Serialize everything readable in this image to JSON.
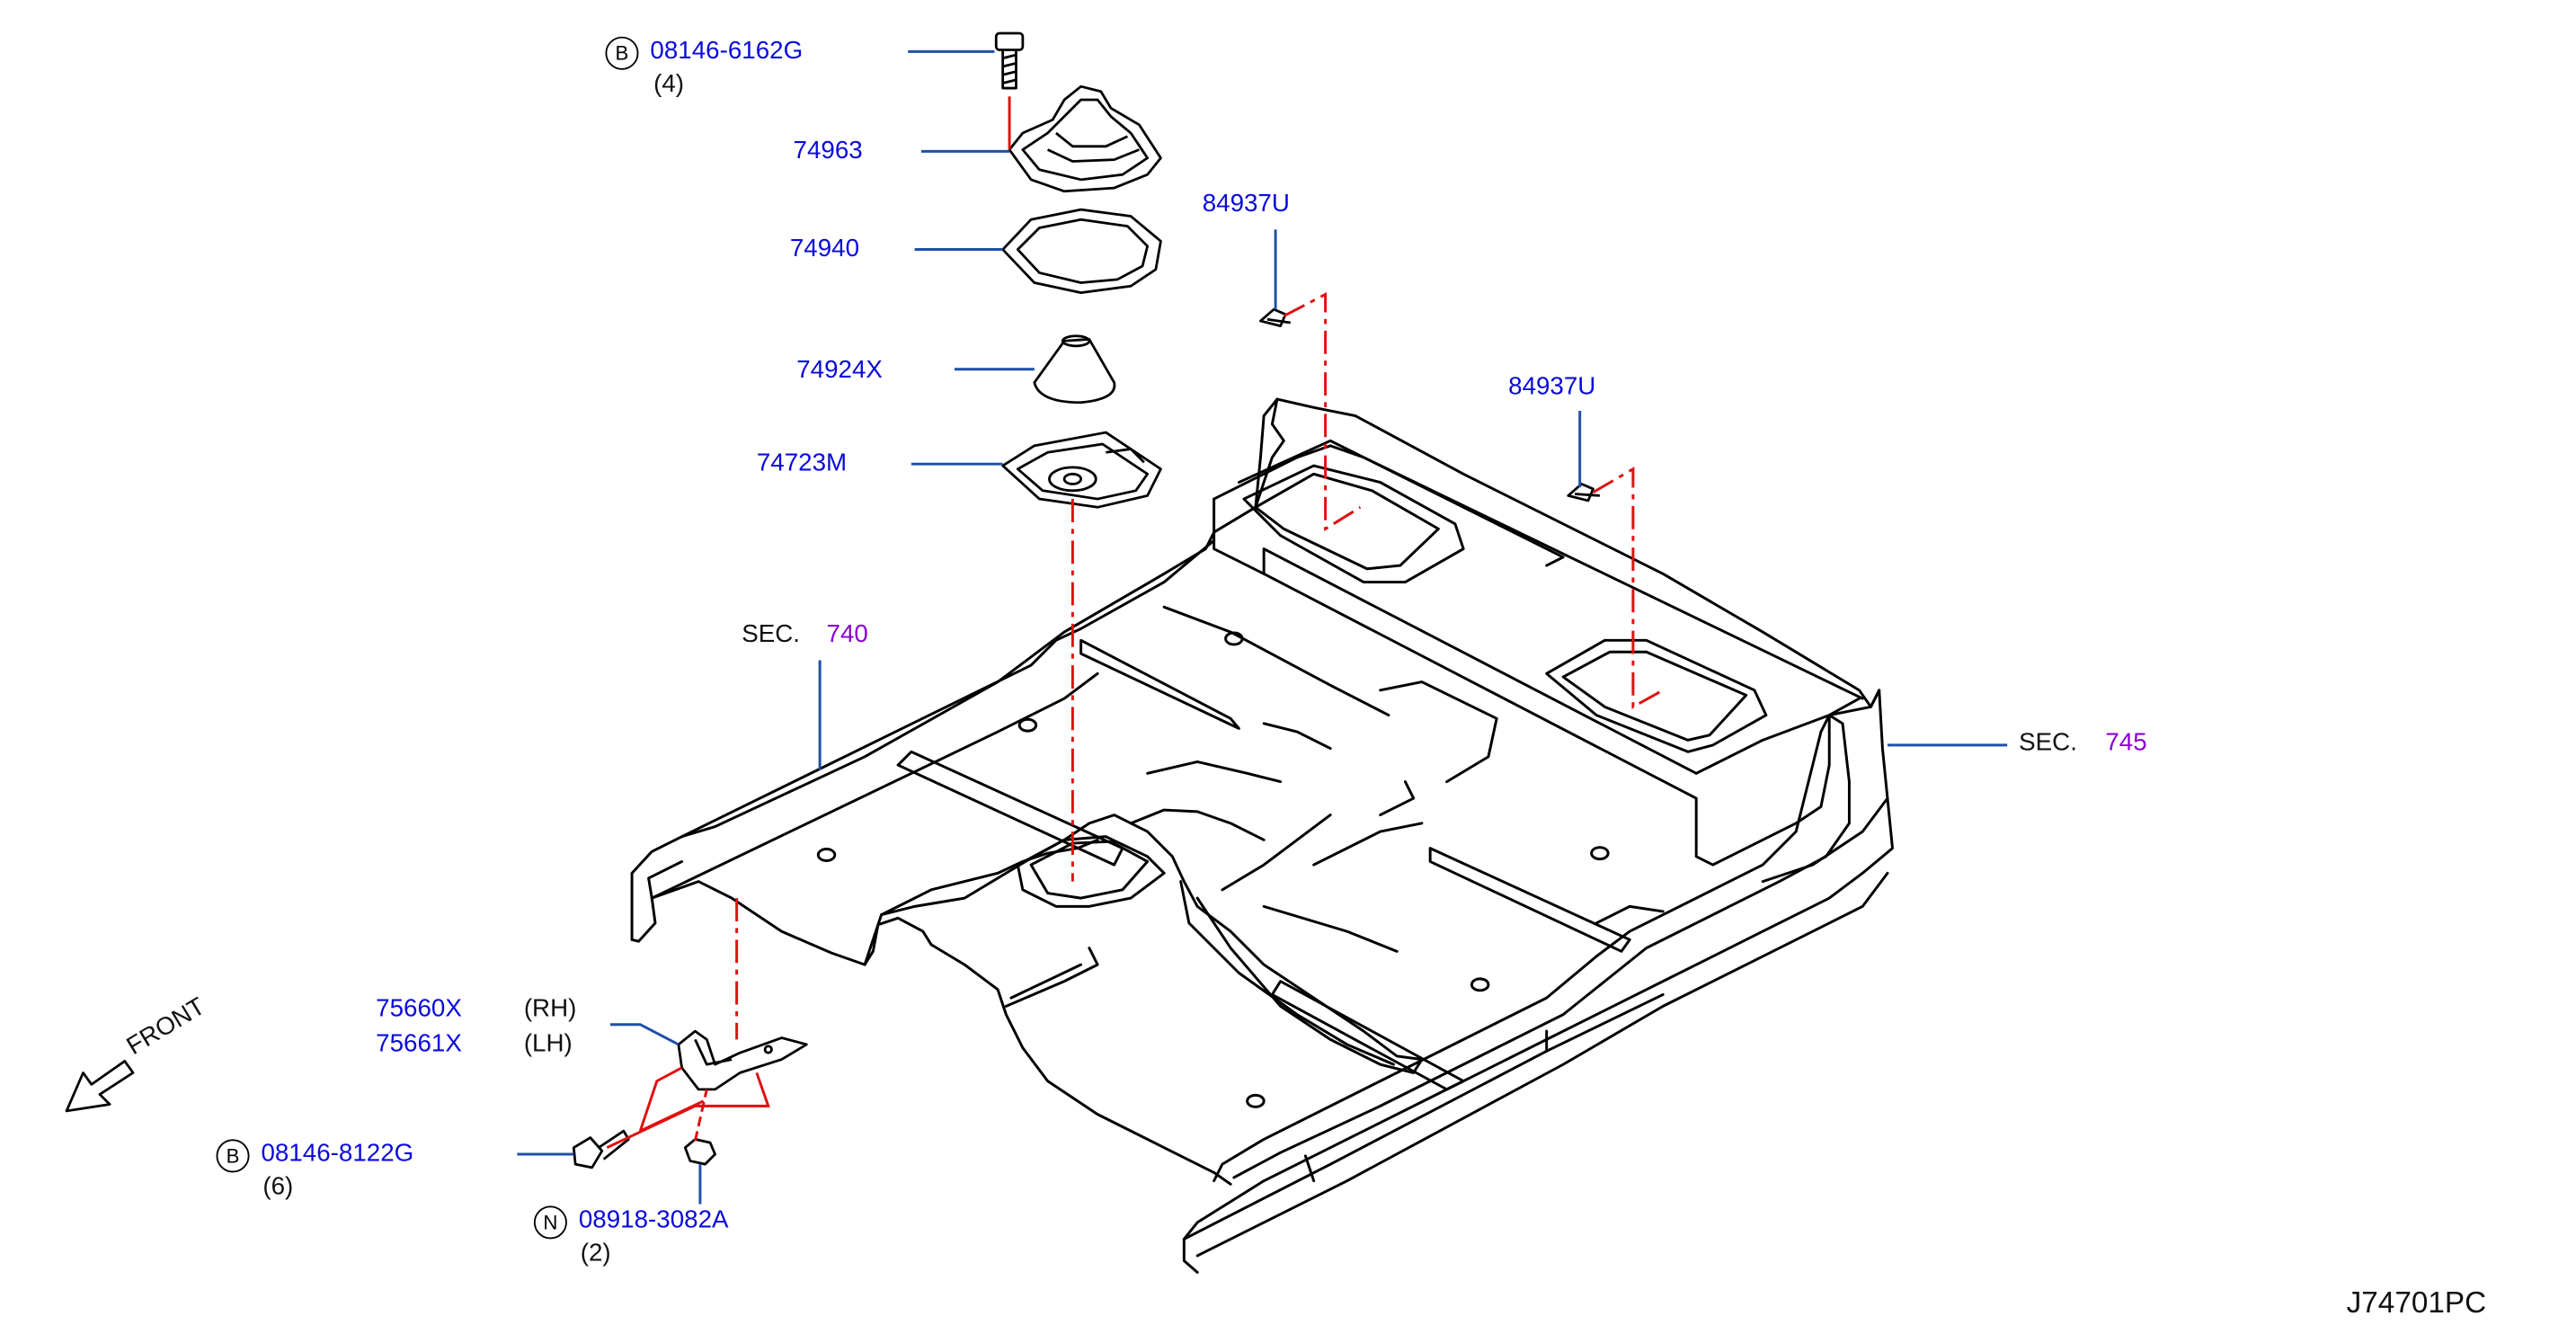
{
  "callouts": {
    "bolt_top": {
      "prefix": "B",
      "part": "08146-6162G",
      "qty": "(4)"
    },
    "boot_74963": {
      "part": "74963"
    },
    "ring_74940": {
      "part": "74940"
    },
    "boot_74924x": {
      "part": "74924X"
    },
    "plate_74723m": {
      "part": "74723M"
    },
    "clip_1": {
      "part": "84937U"
    },
    "clip_2": {
      "part": "84937U"
    },
    "sec_740": {
      "label": "SEC.",
      "number": "740"
    },
    "sec_745": {
      "label": "SEC.",
      "number": "745"
    },
    "bracket_rh": {
      "part": "75660X",
      "side": "(RH)"
    },
    "bracket_lh": {
      "part": "75661X",
      "side": "(LH)"
    },
    "bolt_bottom": {
      "prefix": "B",
      "part": "08146-8122G",
      "qty": "(6)"
    },
    "nut": {
      "prefix": "N",
      "part": "08918-3082A",
      "qty": "(2)"
    }
  },
  "front_label": "FRONT",
  "diagram_code": "J74701PC",
  "colors": {
    "part_number": "#0a0adc",
    "section_ref": "#8a00d4",
    "leader": "#1f4fa8",
    "alignment": "#e01010",
    "outline": "#000000"
  }
}
